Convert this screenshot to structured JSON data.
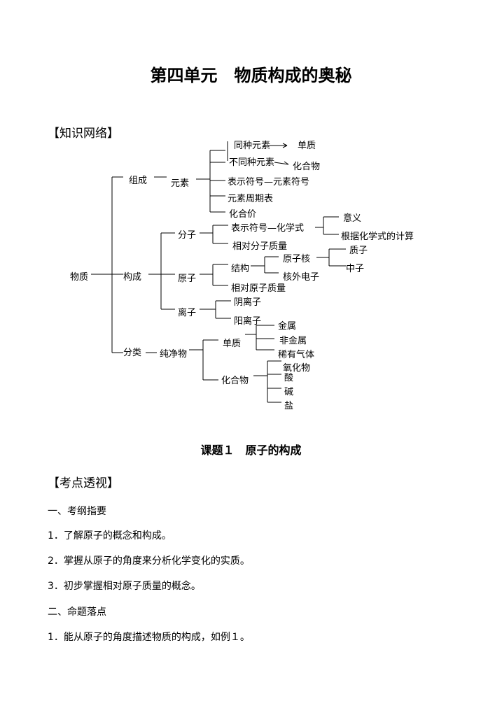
{
  "title": "第四单元　物质构成的奥秘",
  "network_heading": "【知识网络】",
  "tree": {
    "root": "物质",
    "composition": "组成",
    "element": "元素",
    "same_element": "同种元素",
    "simple_substance": "单质",
    "diff_element": "不同种元素",
    "compound_top": "化合物",
    "symbol_element": "表示符号—元素符号",
    "periodic_table": "元素周期表",
    "valence": "化合价",
    "structure": "构成",
    "molecule": "分子",
    "symbol_chem": "表示符号—化学式",
    "meaning": "意义",
    "calc": "根据化学式的计算",
    "rel_mol_mass": "相对分子质量",
    "atom": "原子",
    "struct": "结构",
    "nucleus": "原子核",
    "proton": "质子",
    "neutron": "中子",
    "electron": "核外电子",
    "rel_atom_mass": "相对原子质量",
    "ion": "离子",
    "anion": "阴离子",
    "cation": "阳离子",
    "classification": "分类",
    "pure": "纯净物",
    "simple2": "单质",
    "metal": "金属",
    "nonmetal": "非金属",
    "noble_gas": "稀有气体",
    "compound2": "化合物",
    "oxide": "氧化物",
    "acid": "酸",
    "base": "碱",
    "salt": "盐"
  },
  "lesson_title": "课题１　原子的构成",
  "exam_heading": "【考点透视】",
  "outline_heading": "一、考纲指要",
  "outline_items": [
    "1．了解原子的概念和构成。",
    "2．掌握从原子的角度来分析化学变化的实质。",
    "3．初步掌握相对原子质量的概念。"
  ],
  "topics_heading": "二、命题落点",
  "topics_items": [
    "1．能从原子的角度描述物质的构成，如例１。"
  ]
}
